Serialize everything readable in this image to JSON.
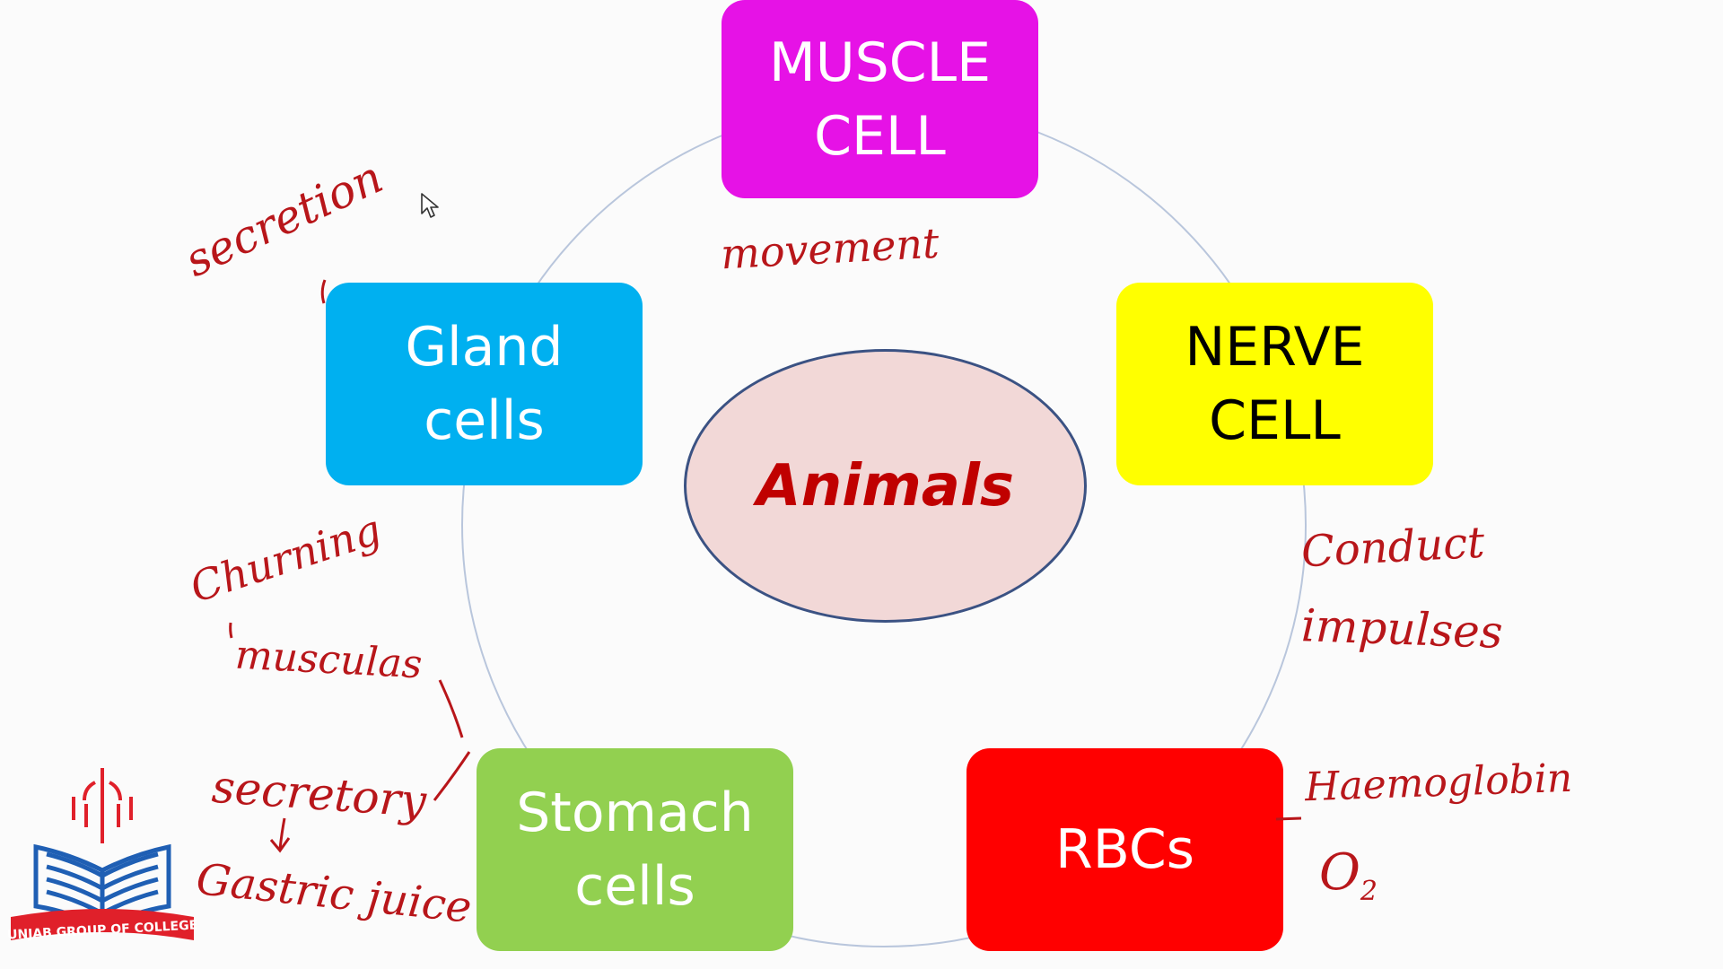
{
  "diagram": {
    "center_label": "Animals",
    "cells": {
      "muscle": {
        "line1": "MUSCLE",
        "line2": "CELL",
        "bg": "#e612e6",
        "fg": "#ffffff"
      },
      "nerve": {
        "line1": "NERVE",
        "line2": "CELL",
        "bg": "#ffff00",
        "fg": "#000000"
      },
      "rbc": {
        "line1": "RBCs",
        "line2": "",
        "bg": "#ff0000",
        "fg": "#ffffff"
      },
      "stomach": {
        "line1": "Stomach",
        "line2": "cells",
        "bg": "#92d050",
        "fg": "#ffffff"
      },
      "gland": {
        "line1": "Gland",
        "line2": "cells",
        "bg": "#00b0f0",
        "fg": "#ffffff"
      }
    },
    "accent_color": "#b8161a",
    "ellipse_fill": "#f2d8d7",
    "ellipse_border": "#3b5283",
    "ring_color": "#b9c6dc"
  },
  "annotations": {
    "secretion": "secretion",
    "movement": "movement",
    "conduct": "Conduct",
    "impulses": "impulses",
    "haemoglobin": "Haemoglobin",
    "o2_letter": "O",
    "o2_sub": "2",
    "churning": "Churning",
    "muscular": "musculas",
    "secretory": "secretory",
    "gastric_juice": "Gastric juice"
  },
  "logo": {
    "text": "PUNJAB GROUP OF COLLEGES",
    "icon": "punjab-group-of-colleges-logo"
  },
  "icons": {
    "cursor": "mouse-pointer-icon"
  }
}
